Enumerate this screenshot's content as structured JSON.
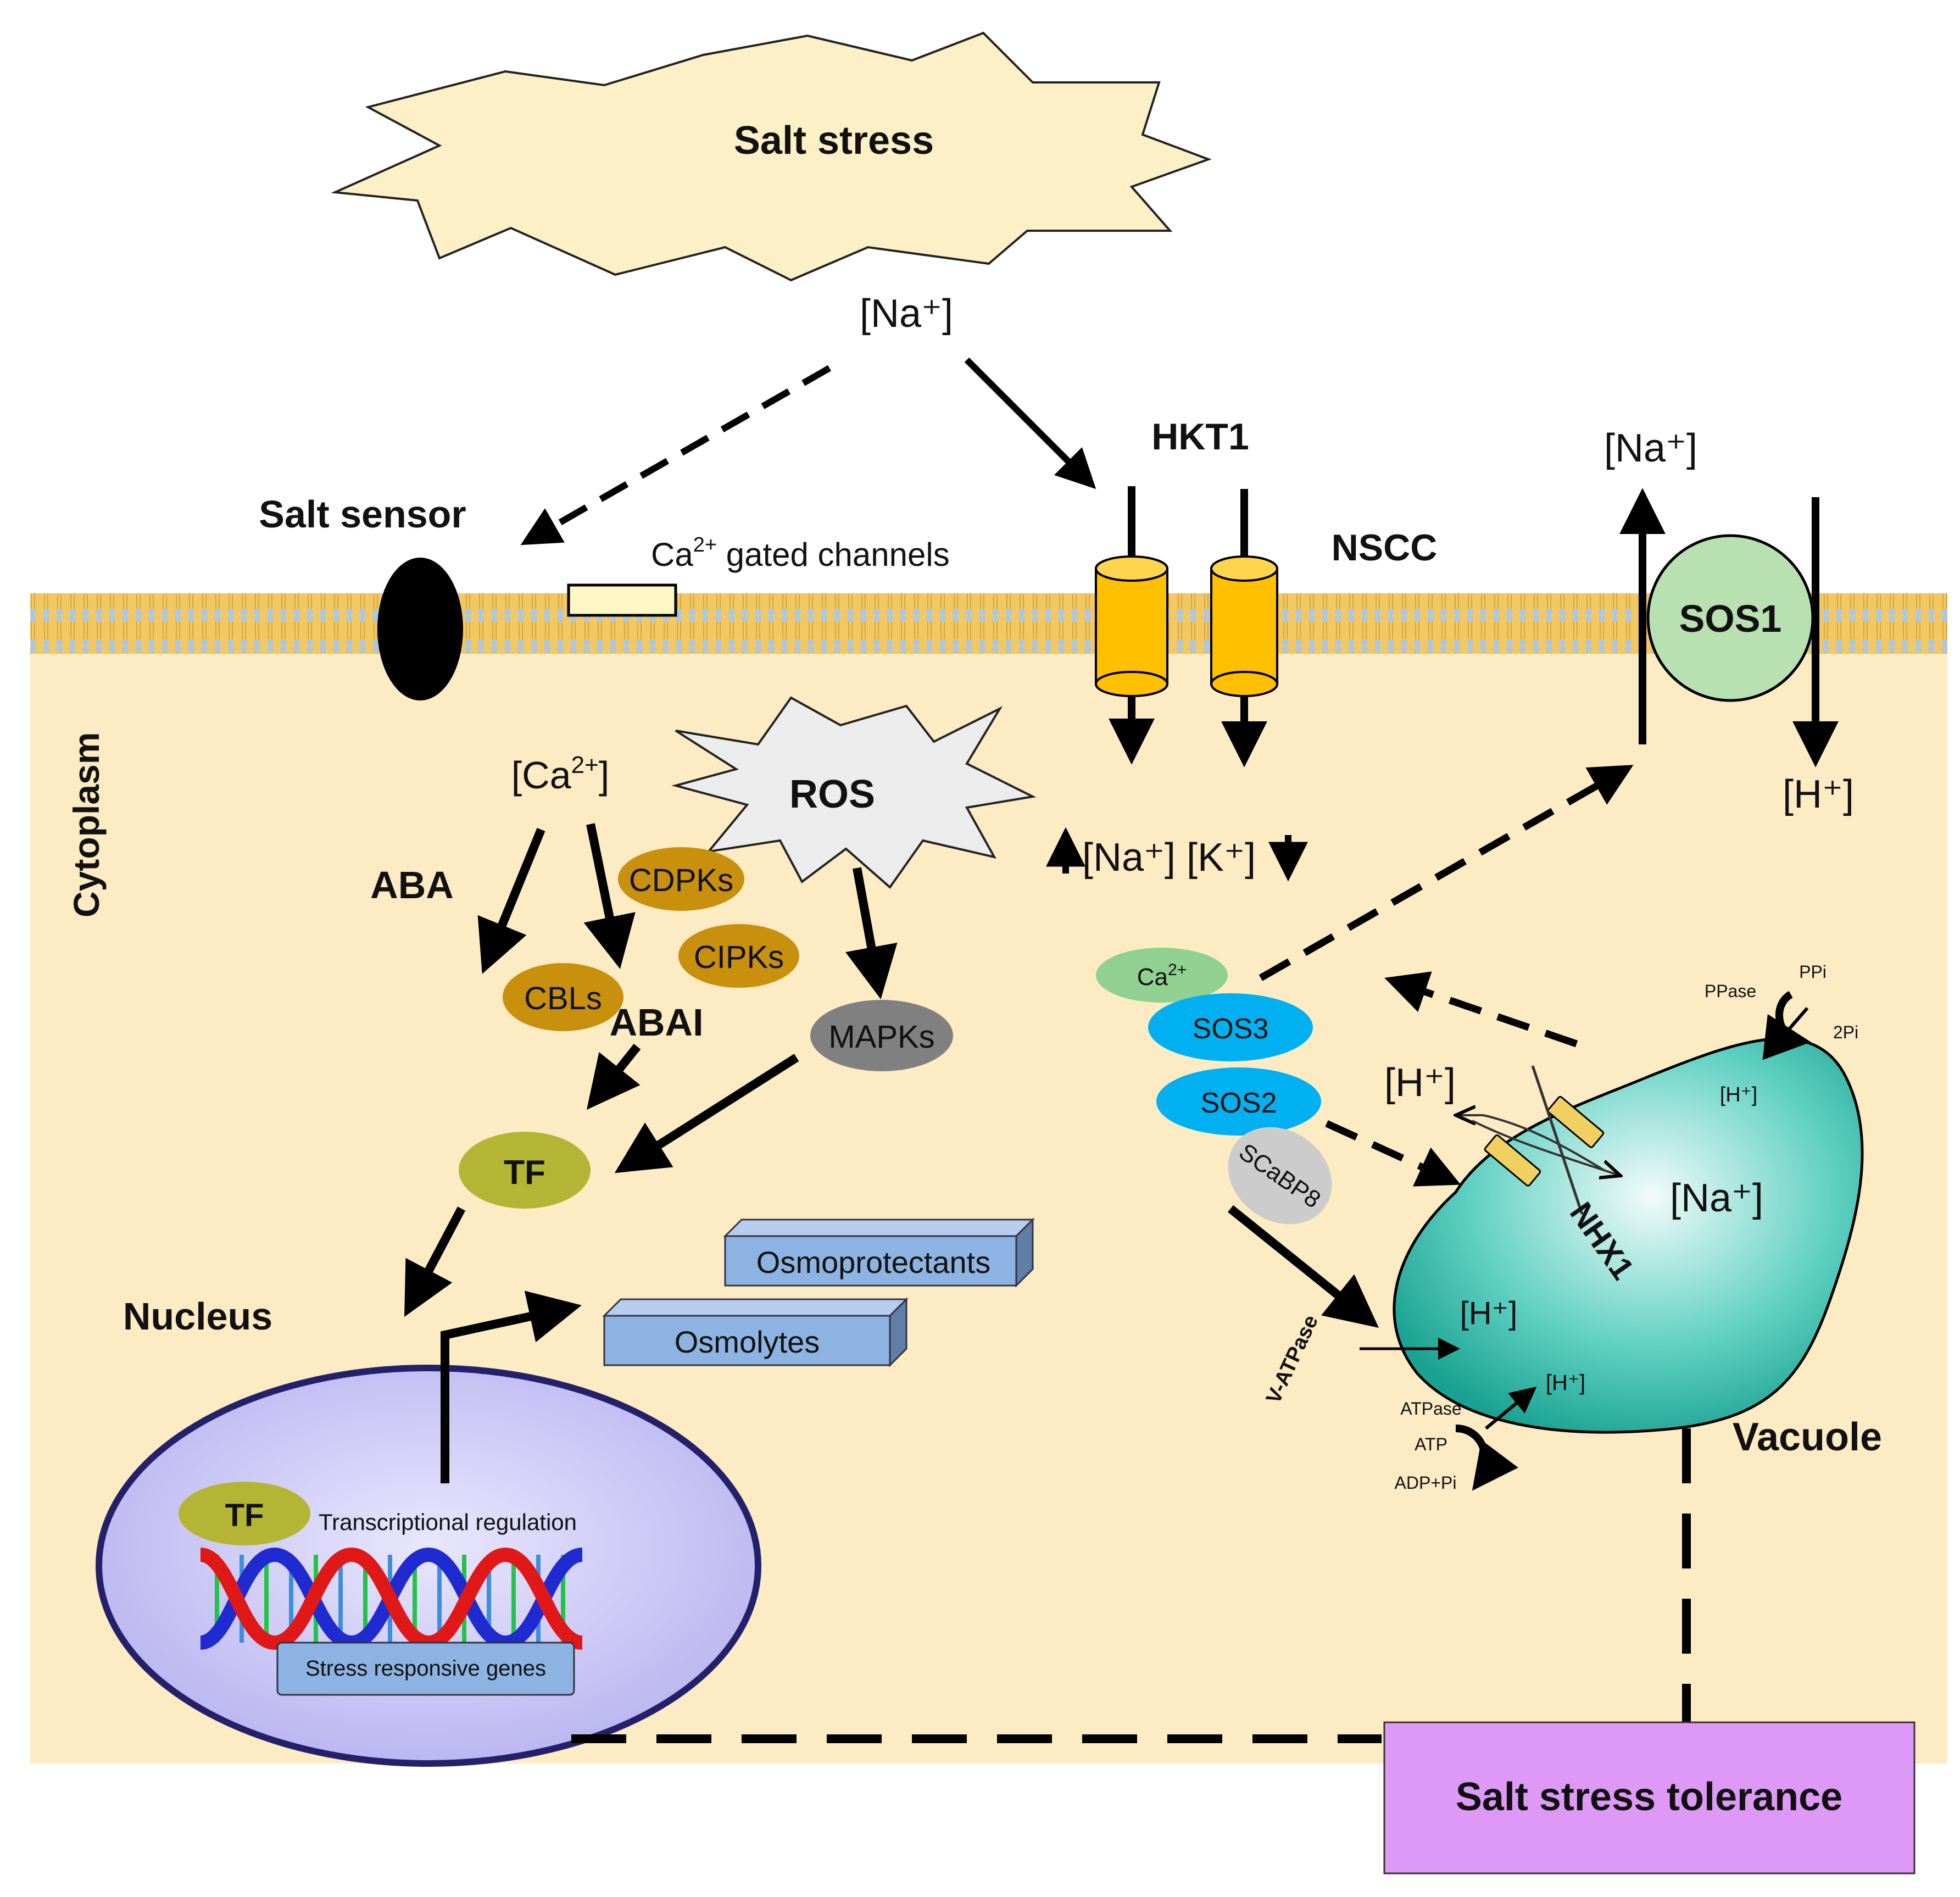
{
  "title": "Salt stress",
  "na_outside": "[Na⁺]",
  "salt_sensor": "Salt sensor",
  "ca_gated_channels": {
    "prefix": "Ca",
    "sup": "2+",
    "suffix": " gated channels"
  },
  "hkt1": "HKT1",
  "nscc": "NSCC",
  "sos1": "SOS1",
  "na_exported": "[Na⁺]",
  "h_imported": "[H⁺]",
  "cytoplasm": "Cytoplasm",
  "ca_cyto": {
    "prefix": "[Ca",
    "sup": "2+",
    "suffix": "]"
  },
  "ros": "ROS",
  "na_k_change": "[Na⁺] [K⁺]",
  "aba": "ABA",
  "abai": "ABAI",
  "cdpks": "CDPKs",
  "cipks": "CIPKs",
  "cbls": "CBLs",
  "mapks": "MAPKs",
  "tf": "TF",
  "osmoprotectants": "Osmoprotectants",
  "osmolytes": "Osmolytes",
  "nucleus": "Nucleus",
  "tf_nucleus": "TF",
  "transcriptional_regulation": "Transcriptional regulation",
  "stress_responsive_genes": "Stress responsive genes",
  "ca_sos": {
    "prefix": "Ca",
    "sup": "2+"
  },
  "sos3": "SOS3",
  "sos2": "SOS2",
  "scabp8": "SCaBP8",
  "v_atpase": "V-ATPase",
  "h_cyto": "[H⁺]",
  "nhx1": "NHX1",
  "na_vacuole": "[Na⁺]",
  "h_vacuole_top": "[H⁺]",
  "h_vacuole_mid": "[H⁺]",
  "h_vacuole_low": "[H⁺]",
  "ppase": "PPase",
  "ppi": "PPi",
  "two_pi": "2Pi",
  "atpase": "ATPase",
  "atp": "ATP",
  "adp_pi": "ADP+Pi",
  "vacuole": "Vacuole",
  "tolerance": "Salt stress tolerance",
  "colors": {
    "cytoplasm": "#fdebc4",
    "membrane": "#f4c860",
    "channel": "#ffc000",
    "sos1": "#b8e0b0",
    "kinase": "#c8900c",
    "mapk": "#808080",
    "tf": "#b5b535",
    "sos": "#00b0f0",
    "box": "#8db3e2",
    "vacuole": "#3cc0b0",
    "nucleus": "#c8c4f4",
    "tolerance": "#dd99f5"
  }
}
